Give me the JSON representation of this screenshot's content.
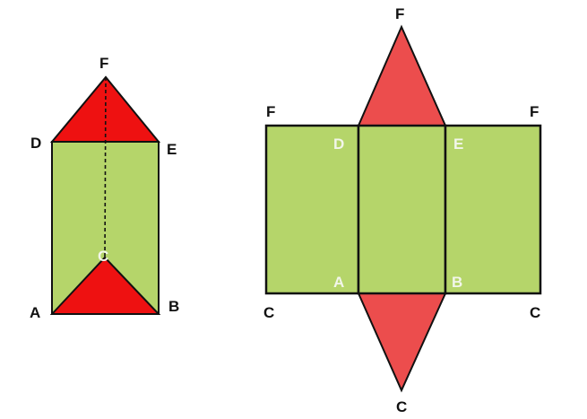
{
  "colors": {
    "face_green": "#b5d56a",
    "face_red_prism": "#ee1111",
    "face_red_net": "#ec4d4d",
    "edge": "#111111",
    "label_dark": "#111111",
    "label_light": "#f2f6ea"
  },
  "prism": {
    "labels": {
      "F": "F",
      "D": "D",
      "E": "E",
      "C": "C",
      "A": "A",
      "B": "B"
    }
  },
  "net": {
    "labels": {
      "F_top": "F",
      "F_left": "F",
      "F_right": "F",
      "D": "D",
      "E": "E",
      "A": "A",
      "B": "B",
      "C_left": "C",
      "C_right": "C",
      "C_bottom": "C"
    }
  }
}
